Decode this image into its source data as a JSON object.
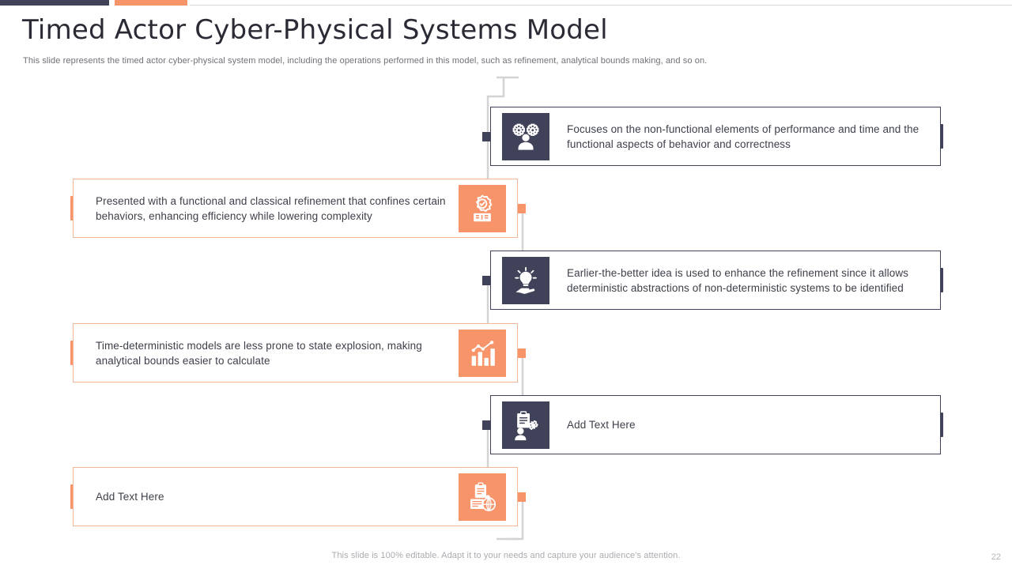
{
  "slide": {
    "title": "Timed Actor Cyber-Physical Systems Model",
    "subtitle": "This slide represents the timed actor cyber-physical system model, including the operations performed in this model, such as refinement, analytical bounds making, and so on.",
    "footer_note": "This slide is 100% editable. Adapt it to your needs and capture your audience's attention.",
    "page_number": "22"
  },
  "colors": {
    "navy": "#3f4258",
    "orange": "#f8946a",
    "orange_light": "#f0b695",
    "text": "#3d3f4a",
    "muted": "#a9abb0",
    "connector": "#d3d3d3"
  },
  "items": [
    {
      "side": "right",
      "theme": "dark",
      "icon": "people-gears-icon",
      "text": "Focuses on the non-functional elements of performance and time and the functional aspects of behavior and correctness"
    },
    {
      "side": "left",
      "theme": "orange",
      "icon": "gear-badge-book-icon",
      "text": "Presented with a functional and classical refinement that confines certain behaviors, enhancing efficiency while lowering complexity"
    },
    {
      "side": "right",
      "theme": "dark",
      "icon": "lightbulb-hand-icon",
      "text": "Earlier-the-better idea is used to enhance the refinement since it allows deterministic abstractions of non-deterministic systems to be identified"
    },
    {
      "side": "left",
      "theme": "orange",
      "icon": "bar-chart-growth-icon",
      "text": "Time-deterministic models are less prone to state explosion, making analytical bounds easier to calculate"
    },
    {
      "side": "right",
      "theme": "dark",
      "icon": "person-clipboard-gear-icon",
      "text": "Add Text Here"
    },
    {
      "side": "left",
      "theme": "orange",
      "icon": "documents-gear-icon",
      "text": "Add Text Here"
    }
  ]
}
